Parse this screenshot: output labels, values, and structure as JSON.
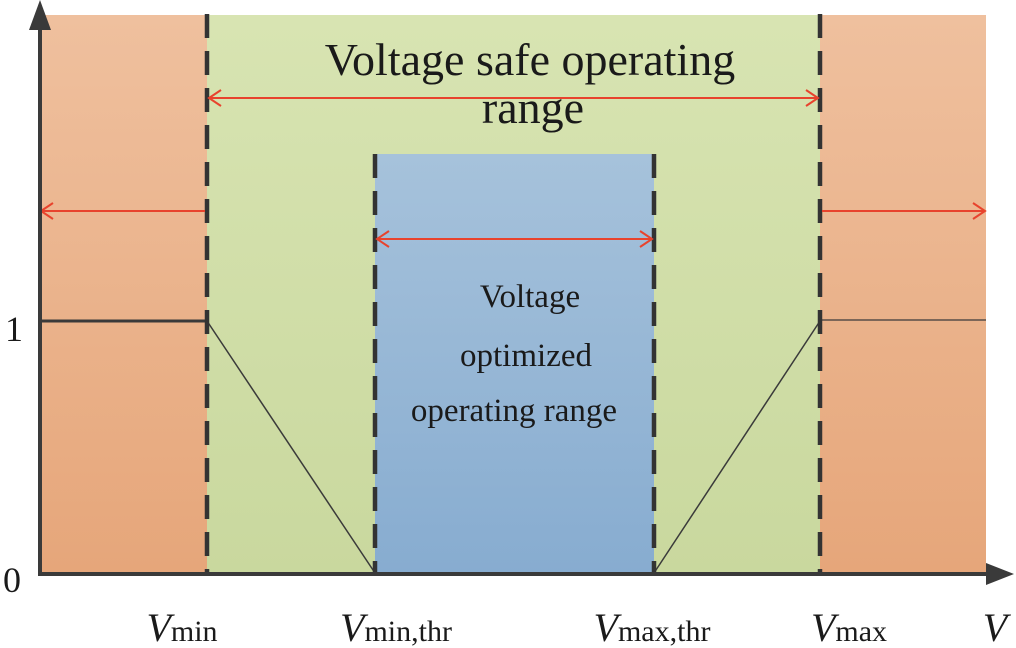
{
  "diagram": {
    "safe_range_label_line1": "Voltage safe operating",
    "safe_range_label_line2": "range",
    "optimized_label_line1": "Voltage",
    "optimized_label_line2": "optimized",
    "optimized_label_line3": "operating range",
    "y_tick_1": "1",
    "y_tick_0": "0",
    "x_label_vmin_main": "V",
    "x_label_vmin_sub": "min",
    "x_label_vminthr_main": "V",
    "x_label_vminthr_sub": "min,thr",
    "x_label_vmaxthr_main": "V",
    "x_label_vmaxthr_sub": "max,thr",
    "x_label_vmax_main": "V",
    "x_label_vmax_sub": "max",
    "x_axis_label": "V"
  },
  "colors": {
    "unsafe_region": "#eab48c",
    "safe_region": "#d2dfa9",
    "optimized_region": "#93b6d5",
    "range_arrow": "#e8432d",
    "dashed_boundary": "#333333",
    "axis": "#3a3a3a"
  }
}
